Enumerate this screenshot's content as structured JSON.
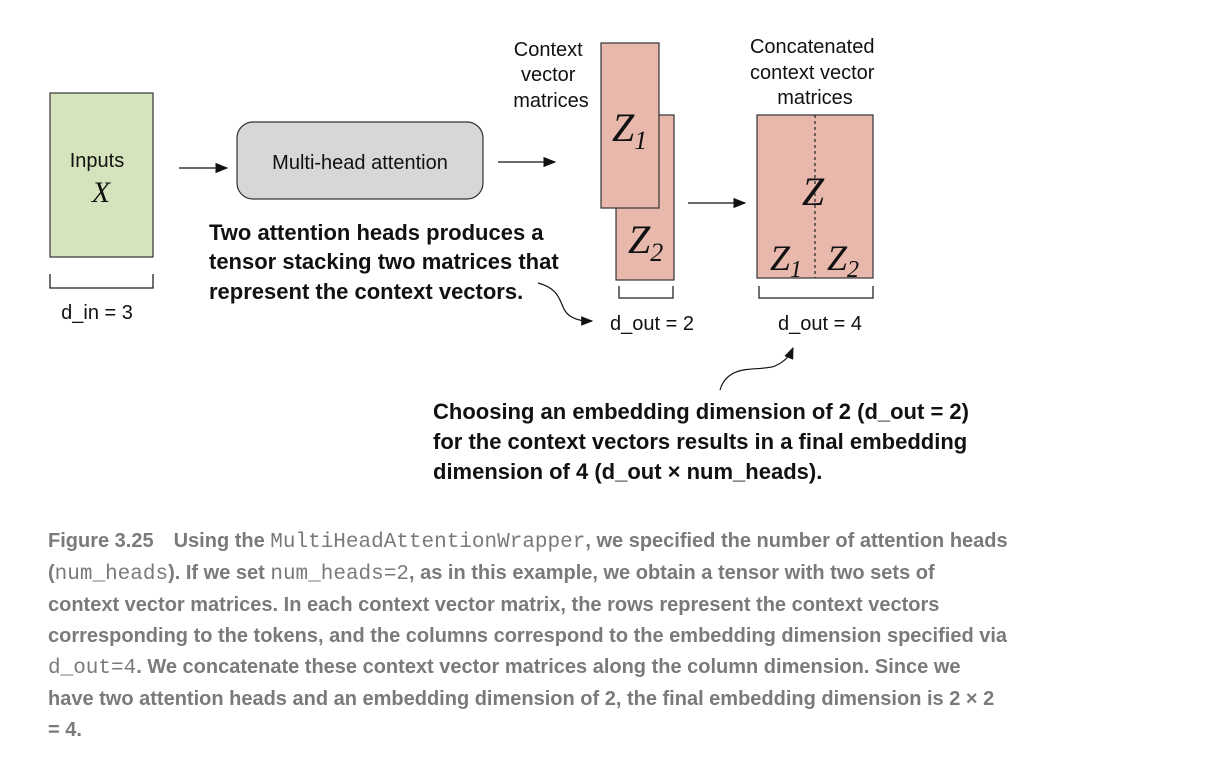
{
  "inputs": {
    "label": "Inputs",
    "symbol": "X",
    "dim_label": "d_in = 3"
  },
  "mha": {
    "label": "Multi-head attention"
  },
  "context": {
    "title_lines": [
      "Context",
      "vector",
      "matrices"
    ],
    "z1": {
      "base": "Z",
      "sub": "1"
    },
    "z2": {
      "base": "Z",
      "sub": "2"
    },
    "dim_label": "d_out = 2"
  },
  "concat": {
    "title_lines": [
      "Concatenated",
      "context vector",
      "matrices"
    ],
    "z": "Z",
    "z1": {
      "base": "Z",
      "sub": "1"
    },
    "z2": {
      "base": "Z",
      "sub": "2"
    },
    "dim_label": "d_out = 4"
  },
  "note_heads": {
    "lines": [
      "Two attention heads produces a",
      "tensor stacking two matrices that",
      "represent the context vectors."
    ]
  },
  "note_embedding": {
    "lines": [
      "Choosing an embedding dimension of 2 (d_out = 2)",
      "for the context vectors results in a final embedding",
      "dimension of 4 (d_out × num_heads)."
    ]
  },
  "caption": {
    "figure_number": "Figure 3.25",
    "t1": "Using the ",
    "c1": "MultiHeadAttentionWrapper",
    "t2": ", we specified the number of attention heads (",
    "c2": "num_heads",
    "t3": "). If we set ",
    "c3": "num_heads=2",
    "t4": ", as in this example, we obtain a tensor with two sets of context vector matrices. In each context vector matrix, the rows represent the context vectors corresponding to the tokens, and the columns correspond to the embedding dimension specified via ",
    "c4": "d_out=4",
    "t5": ". We concatenate these context vector matrices along the column dimension. Since we have two attention heads and an embedding dimension of 2, the final embedding dimension is 2 × 2 = 4."
  },
  "colors": {
    "input_fill": "#d6e4bd",
    "mha_fill": "#d7d7d7",
    "matrix_fill": "#e8b8ac",
    "caption_text": "#7a7a7a"
  }
}
